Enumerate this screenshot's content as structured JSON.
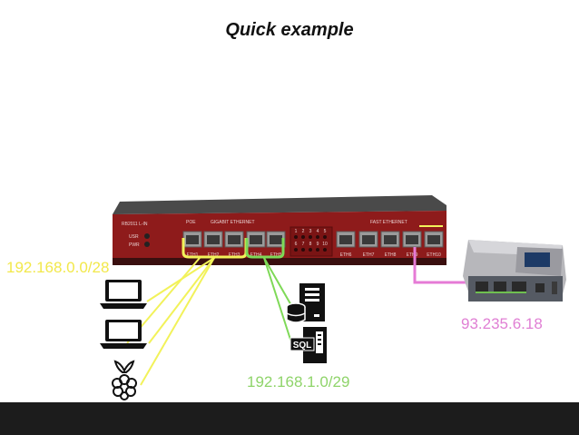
{
  "slide": {
    "title": "Quick example"
  },
  "router": {
    "model": "RB2011 L-IN",
    "group_poe": "POE",
    "group_gigabit": "GIGABIT ETHERNET",
    "group_fast": "FAST ETHERNET",
    "led_usr": "USR",
    "led_pwr": "PWR",
    "port_labels": [
      "ETH1",
      "ETH2",
      "ETH3",
      "ETH4",
      "ETH5",
      "ETH6",
      "ETH7",
      "ETH8",
      "ETH9",
      "ETH10"
    ],
    "led_numbers_top": [
      "1",
      "2",
      "3",
      "4",
      "5"
    ],
    "led_numbers_bottom": [
      "6",
      "7",
      "8",
      "9",
      "10"
    ]
  },
  "networks": {
    "lan_left": "192.168.0.0/28",
    "lan_servers": "192.168.1.0/29",
    "wan": "93.235.6.18"
  },
  "colors": {
    "router_body": "#8e1b1b",
    "lan_left_link": "#f2f25a",
    "lan_servers_link": "#7ed957",
    "wan_link": "#e67bd6",
    "lan_left_text": "#f2e84a",
    "lan_servers_text": "#8fd46a",
    "wan_text": "#e07fd4"
  },
  "icons": {
    "laptop": "laptop-icon",
    "raspberry": "raspberry-pi-icon",
    "db_server": "database-server-icon",
    "sql_server": "sql-server-icon",
    "voip_adapter": "voip-adapter-icon"
  },
  "sql_label": "SQL"
}
